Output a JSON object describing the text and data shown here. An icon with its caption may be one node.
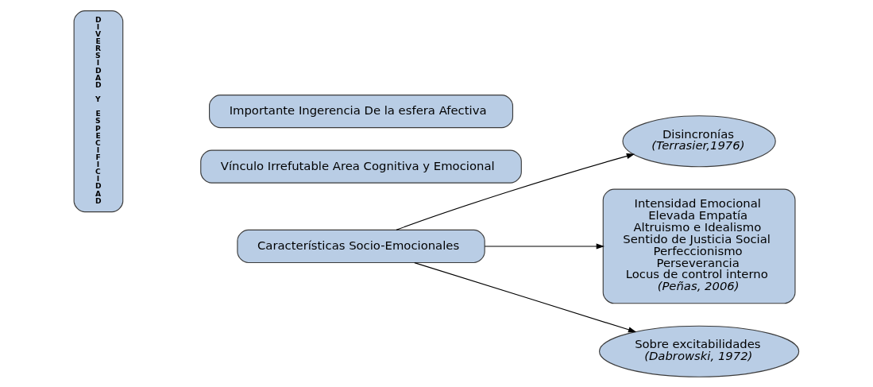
{
  "diagram": {
    "nodes": [
      {
        "text": [
          "DIVERSIDAD Y ESPECIFICIDAD"
        ]
      },
      {
        "text": [
          "Importante Ingerencia De la esfera Afectiva"
        ]
      },
      {
        "text": [
          "Características Socio-Emocionales"
        ]
      },
      {
        "text": [
          "Vínculo Irrefutable Area Cognitiva y Emocional"
        ]
      },
      {
        "text": [
          "Disincronías",
          "(Terrasier,1976)"
        ]
      },
      {
        "text": [
          "Intensidad Emocional",
          "Elevada Empatía",
          "Altruismo e Idealismo",
          "Sentido de Justicia Social",
          "Perfeccionismo",
          "Perseverancia",
          "Locus de control interno",
          "(Peñas, 2006)"
        ]
      },
      {
        "text": [
          "Sobre excitabilidades",
          "(Dabrowski, 1972)"
        ]
      }
    ],
    "edges": [
      {
        "from": 2,
        "to": 4,
        "arrow": "to"
      },
      {
        "from": 2,
        "to": 5,
        "arrow": "to"
      },
      {
        "from": 2,
        "to": 6,
        "arrow": "to"
      }
    ]
  }
}
